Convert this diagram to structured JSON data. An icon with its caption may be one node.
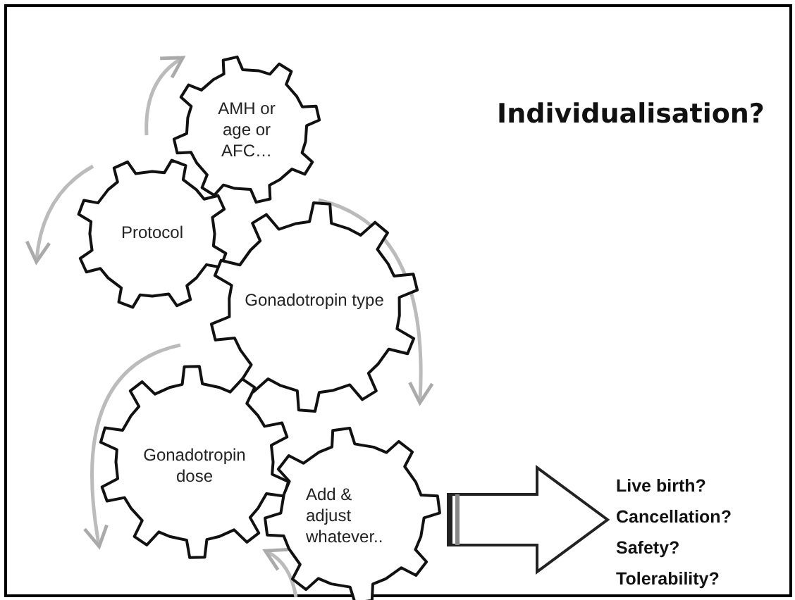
{
  "diagram": {
    "title": "Individualisation?",
    "nodes": [
      {
        "text": [
          "AMH or age or AFC…"
        ]
      },
      {
        "text": [
          "Protocol"
        ]
      },
      {
        "text": [
          "Gonadotropin type"
        ]
      },
      {
        "text": [
          "Gonadotropin dose"
        ]
      },
      {
        "text": [
          "Add & adjust whatever.."
        ]
      },
      {
        "text": [
          "Live birth?",
          "Cancellation?",
          "Safety?",
          "Tolerability?"
        ]
      }
    ],
    "edges": [
      {
        "from": 4,
        "to": 5,
        "arrow": "to",
        "style": "thick"
      }
    ]
  }
}
